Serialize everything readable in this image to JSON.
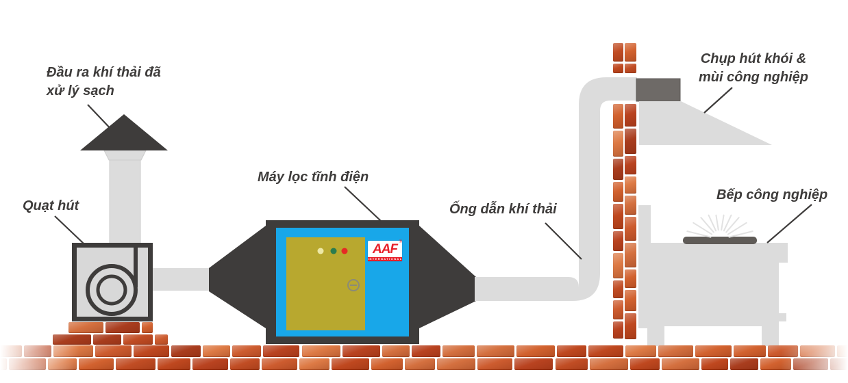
{
  "labels": {
    "outlet_line1": "Đầu ra khí thải đã",
    "outlet_line2": "xử lý sạch",
    "fan": "Quạt hút",
    "filter": "Máy lọc tĩnh điện",
    "duct": "Ống dẫn khí thải",
    "hood_line1": "Chụp hút khói &",
    "hood_line2": "mùi công nghiệp",
    "stove": "Bếp công nghiệp"
  },
  "logo": {
    "name": "AAF",
    "registered": "®",
    "sub": "INTERNATIONAL"
  },
  "colors": {
    "dark": "#3e3c3b",
    "duct": "#dcdcdc",
    "duct_edge": "#cccccc",
    "fan_fill": "#d8d8d8",
    "panel_blue": "#18a7e9",
    "door_olive": "#b8a82f",
    "dot_yellow": "#ede8a6",
    "dot_green": "#2b7c4e",
    "dot_red": "#e52a24",
    "handle_gray": "#8b8b77",
    "connector_gray": "#6e6a67",
    "burner_gray": "#5f5b57",
    "ray_gray": "#e2e2e2",
    "label_text": "#3e3c3b",
    "logo_red": "#e8212a",
    "brick_palette": [
      "#cd5c2f",
      "#c14d24",
      "#d4703f",
      "#bf481f",
      "#d2622f",
      "#b94320",
      "#dd7a45",
      "#a93d1e"
    ]
  }
}
